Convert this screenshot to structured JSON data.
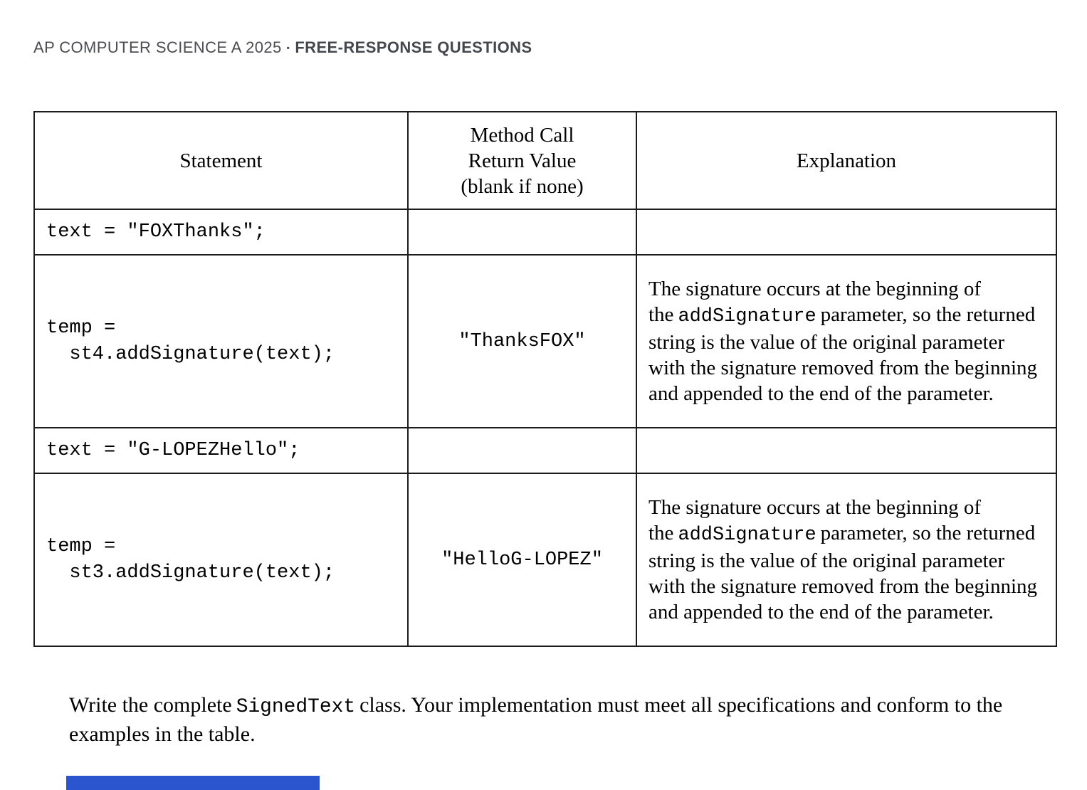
{
  "header": {
    "exam_title": "AP COMPUTER SCIENCE A 2025",
    "separator": "▪",
    "section_title": "FREE-RESPONSE QUESTIONS"
  },
  "table": {
    "headers": {
      "statement": "Statement",
      "return_value": "Method Call\nReturn Value\n(blank if none)",
      "explanation": "Explanation"
    },
    "rows": [
      {
        "statement": "text = \"FOXThanks\";",
        "return_value": "",
        "explanation": []
      },
      {
        "statement": "temp =\n  st4.addSignature(text);",
        "return_value": "\"ThanksFOX\"",
        "explanation": [
          {
            "text": "The signature occurs at the beginning of the",
            "code": false
          },
          {
            "text": "addSignature",
            "code": true
          },
          {
            "text": "parameter, so the returned string is the value of the original parameter with the signature removed from the beginning and appended to the end of the parameter.",
            "code": false
          }
        ]
      },
      {
        "statement": "text = \"G-LOPEZHello\";",
        "return_value": "",
        "explanation": []
      },
      {
        "statement": "temp =\n  st3.addSignature(text);",
        "return_value": "\"HelloG-LOPEZ\"",
        "explanation": [
          {
            "text": "The signature occurs at the beginning of the",
            "code": false
          },
          {
            "text": "addSignature",
            "code": true
          },
          {
            "text": "parameter, so the returned string is the value of the original parameter with the signature removed from the beginning and appended to the end of the parameter.",
            "code": false
          }
        ]
      }
    ]
  },
  "footer": {
    "segments": [
      {
        "text": "Write the complete",
        "code": false
      },
      {
        "text": "SignedText",
        "code": true
      },
      {
        "text": "class. Your implementation must meet all specifications and conform to the examples in the table.",
        "code": false
      }
    ]
  },
  "colors": {
    "footer_bar": "#2b55cf",
    "header_text": "#4c4d52"
  }
}
